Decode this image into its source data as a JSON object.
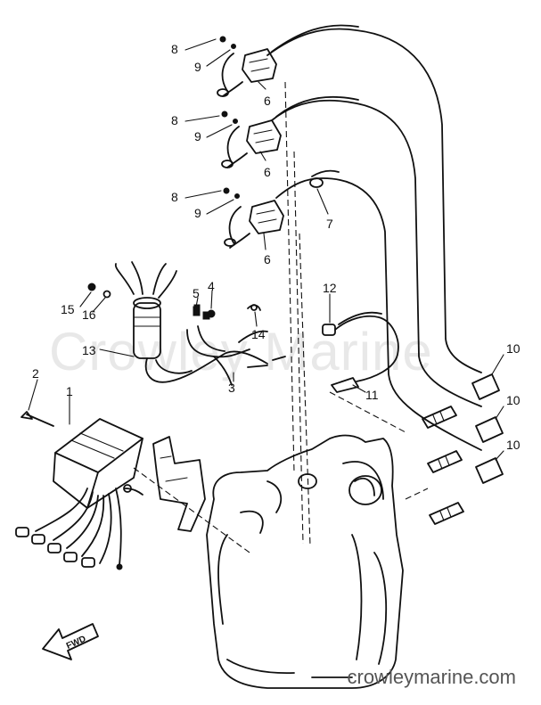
{
  "callouts": {
    "c1": "1",
    "c2": "2",
    "c3": "3",
    "c4": "4",
    "c5": "5",
    "c6a": "6",
    "c6b": "6",
    "c6c": "6",
    "c7": "7",
    "c8a": "8",
    "c8b": "8",
    "c8c": "8",
    "c9a": "9",
    "c9b": "9",
    "c9c": "9",
    "c10a": "10",
    "c10b": "10",
    "c10c": "10",
    "c11": "11",
    "c12": "12",
    "c13": "13",
    "c14": "14",
    "c15": "15",
    "c16": "16"
  },
  "fwd_label": "FWD",
  "watermark": "Crowley Marine",
  "site_url": "crowleymarine.com"
}
